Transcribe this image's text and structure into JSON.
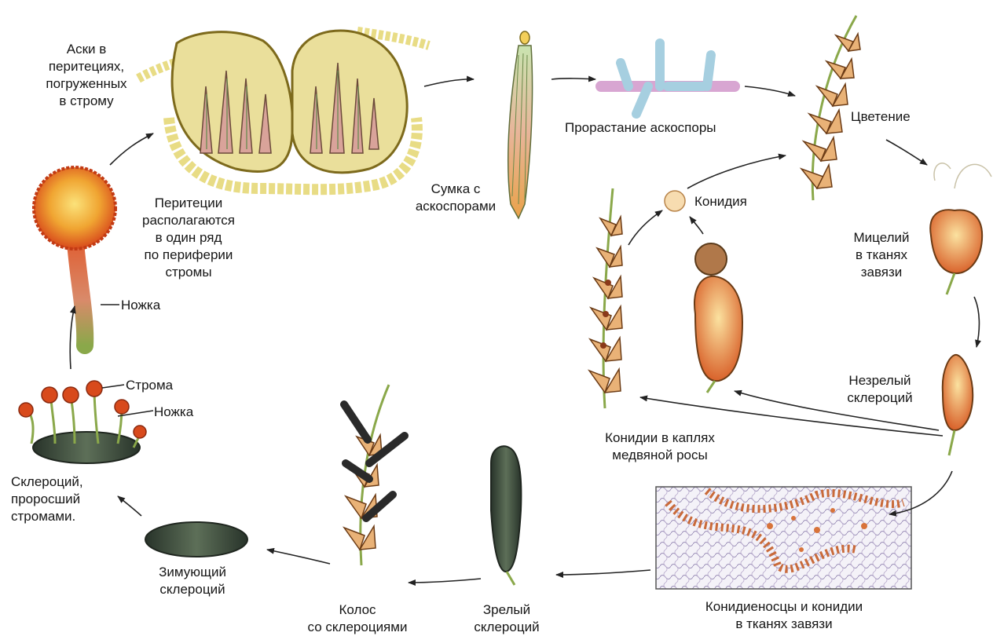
{
  "colors": {
    "wall": "#e8dc85",
    "wall_stroke": "#7d6a1c",
    "stroma_red": "#d84a1c",
    "stroma_yellow": "#f2b032",
    "grain": "#e9b277",
    "grain_stroke": "#6b3b15",
    "sclerotium": "#3c4a3a",
    "arrow": "#222222",
    "germ_tube_blue": "#a6cfe0",
    "germ_tube_pink": "#d8a6d2",
    "stem_green": "#8aa84a"
  },
  "labels": {
    "asci_perithecia": "Аски в\nперитециях,\nпогруженных\nв строму",
    "perithecia_row": "Перитеции\nрасполагаются\nв один ряд\nпо периферии\nстромы",
    "stalk_top": "Ножка",
    "stroma": "Строма",
    "stalk_bottom": "Ножка",
    "sclerotium_sprouted": "Склероций,\nпроросший\nстромами.",
    "wintering_sclerotium": "Зимующий\nсклероций",
    "ear_sclerotia": "Колос\nсо склероциями",
    "mature_sclerotium": "Зрелый\nсклероций",
    "conidiophores": "Конидиеносцы и конидии\nв тканях завязи",
    "immature_sclerotium": "Незрелый\nсклероций",
    "mycelium_ovary": "Мицелий\nв тканях\nзавязи",
    "flowering": "Цветение",
    "ascospore_germination": "Прорастание аскоспоры",
    "ascus_ascospores": "Сумка с\nаскоспорами",
    "conidia_honeydew": "Конидии в каплях\nмедвяной росы",
    "conidium": "Конидия"
  }
}
